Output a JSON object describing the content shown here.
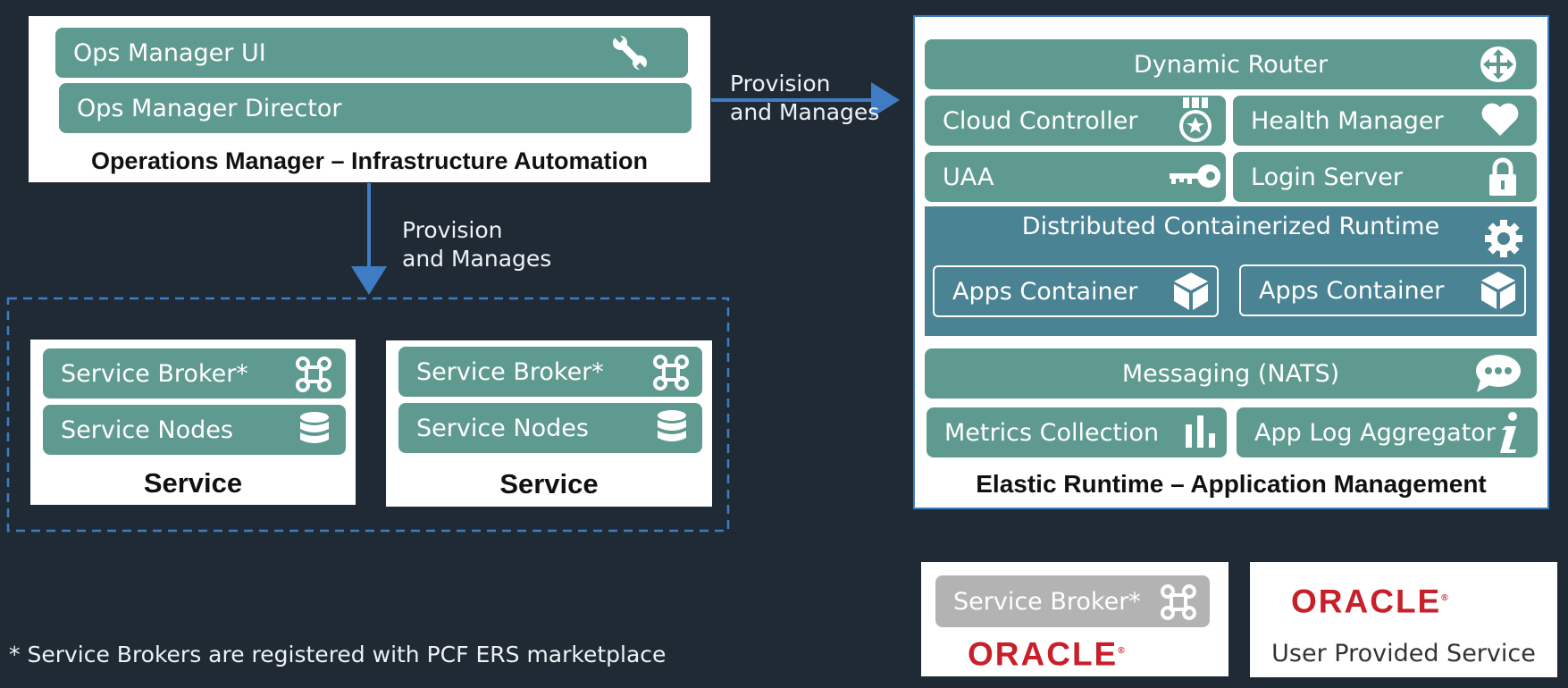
{
  "ops_manager": {
    "ui_label": "Ops Manager UI",
    "director_label": "Ops Manager Director",
    "caption": "Operations Manager – Infrastructure Automation"
  },
  "arrows": {
    "right_label_line1": "Provision",
    "right_label_line2": "and Manages",
    "down_label_line1": "Provision",
    "down_label_line2": "and Manages"
  },
  "services": [
    {
      "broker_label": "Service Broker*",
      "nodes_label": "Service Nodes",
      "caption": "Service"
    },
    {
      "broker_label": "Service Broker*",
      "nodes_label": "Service Nodes",
      "caption": "Service"
    }
  ],
  "elastic_runtime": {
    "dynamic_router": "Dynamic Router",
    "cloud_controller": "Cloud Controller",
    "health_manager": "Health Manager",
    "uaa": "UAA",
    "login_server": "Login Server",
    "dcr_title": "Distributed Containerized Runtime",
    "apps_container_1": "Apps Container",
    "apps_container_2": "Apps Container",
    "messaging": "Messaging (NATS)",
    "metrics_collection": "Metrics Collection",
    "app_log_aggregator": "App Log Aggregator",
    "caption": "Elastic Runtime – Application Management"
  },
  "oracle_broker": {
    "broker_label": "Service Broker*",
    "brand": "ORACLE"
  },
  "oracle_ups": {
    "brand": "ORACLE",
    "label": "User Provided Service"
  },
  "footnote": "* Service Brokers are registered with PCF ERS marketplace",
  "colors": {
    "background": "#1f2a35",
    "teal": "#5f9a90",
    "dct_blue": "#4a8394",
    "arrow_blue": "#3f7cc4",
    "oracle_red": "#c8202a",
    "grey_bar": "#b3b3b3"
  }
}
